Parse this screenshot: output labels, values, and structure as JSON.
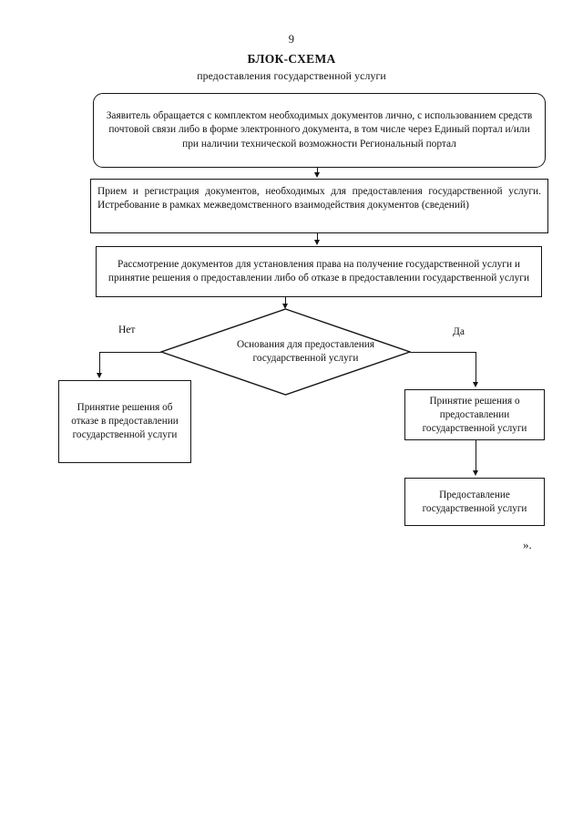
{
  "document": {
    "page_number": "9",
    "title": "БЛОК-СХЕМА",
    "subtitle": "предоставления государственной услуги",
    "closing_mark": "»."
  },
  "flowchart": {
    "nodes": {
      "application": {
        "shape": "rounded-rectangle",
        "text": "Заявитель обращается с комплектом необходимых документов лично, с использованием средств почтовой связи либо в форме электронного документа, в том числе через Единый портал и/или при наличии технической возможности Региональный портал"
      },
      "registration": {
        "shape": "rectangle",
        "text": "Прием и регистрация документов, необходимых для предоставления государственной услуги.  Истребование в рамках межведомственного взаимодействия документов (сведений)"
      },
      "review": {
        "shape": "rectangle",
        "text": "Рассмотрение документов для установления права на получение государственной услуги и принятие решения о предоставлении либо об отказе в предоставлении государственной услуги"
      },
      "decision": {
        "shape": "diamond",
        "text": "Основания для предоставления государственной услуги"
      },
      "refusal": {
        "shape": "rectangle",
        "text": "Принятие решения об отказе в предоставлении государственной услуги"
      },
      "grant_decision": {
        "shape": "rectangle",
        "text": "Принятие решения о предоставлении государственной услуги"
      },
      "service_provision": {
        "shape": "rectangle",
        "text": "Предоставление государственной услуги"
      }
    },
    "branches": {
      "no_label": "Нет",
      "yes_label": "Да"
    },
    "colors": {
      "stroke": "#141414",
      "fill": "#ffffff",
      "text": "#111111"
    }
  }
}
